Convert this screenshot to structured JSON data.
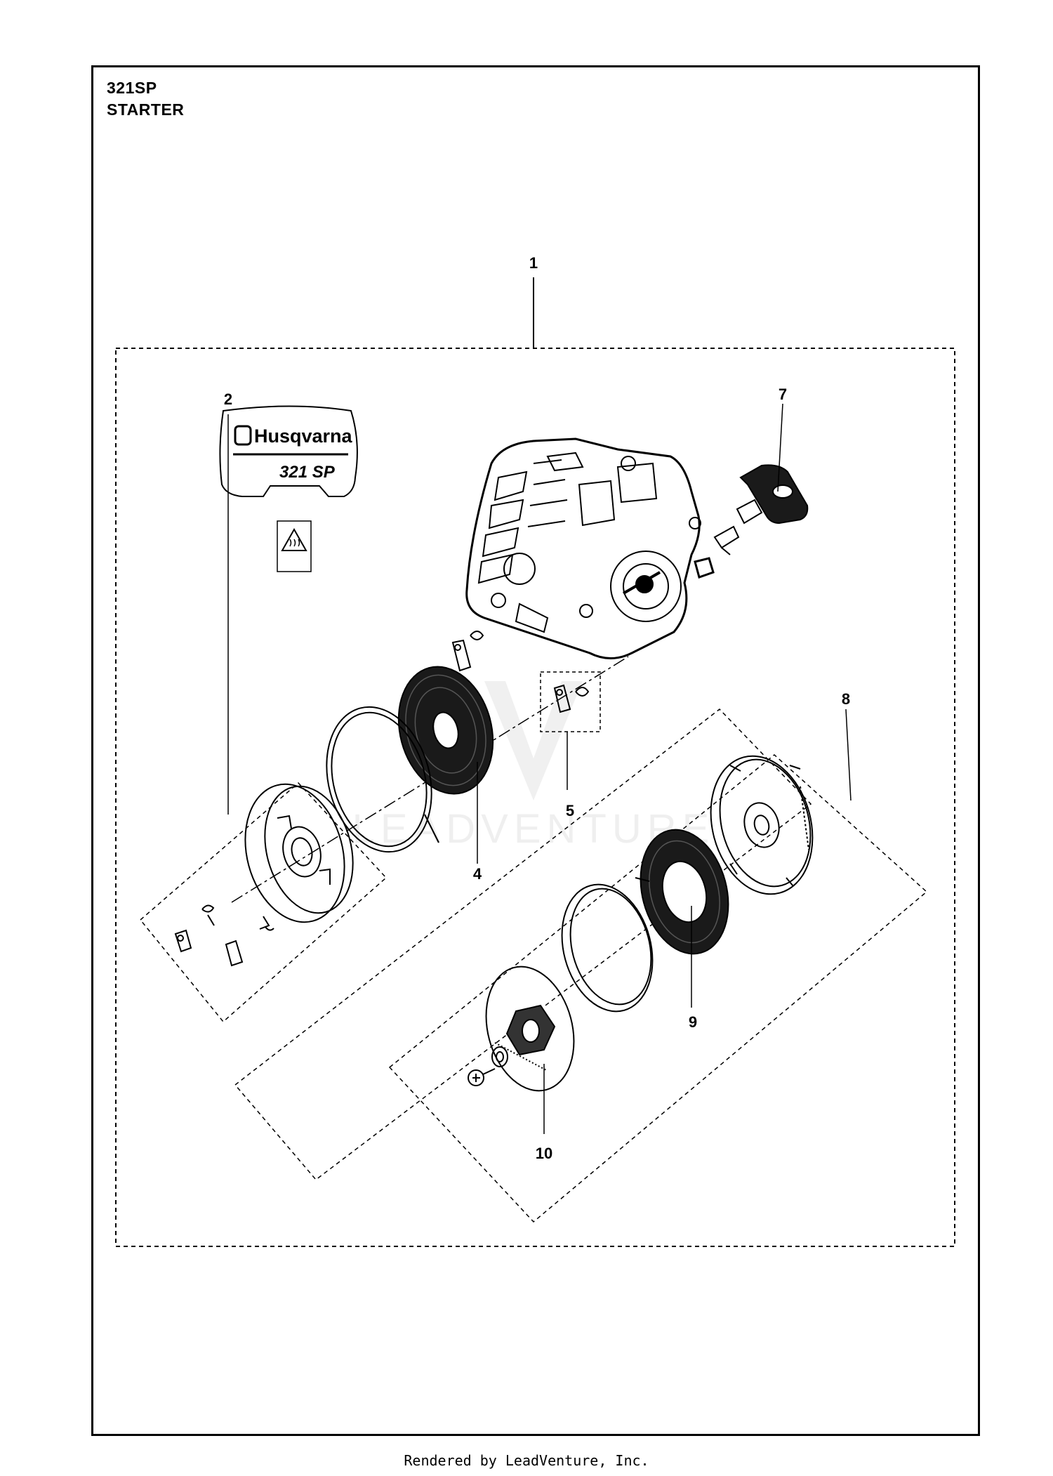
{
  "header": {
    "model": "321SP",
    "section": "STARTER"
  },
  "decal": {
    "brand": "Husqvarna",
    "model_text": "321 SP"
  },
  "watermark": "LEADVENTURE",
  "callouts": [
    "1",
    "2",
    "4",
    "5",
    "7",
    "8",
    "9",
    "10"
  ],
  "footer": "Rendered by LeadVenture, Inc."
}
